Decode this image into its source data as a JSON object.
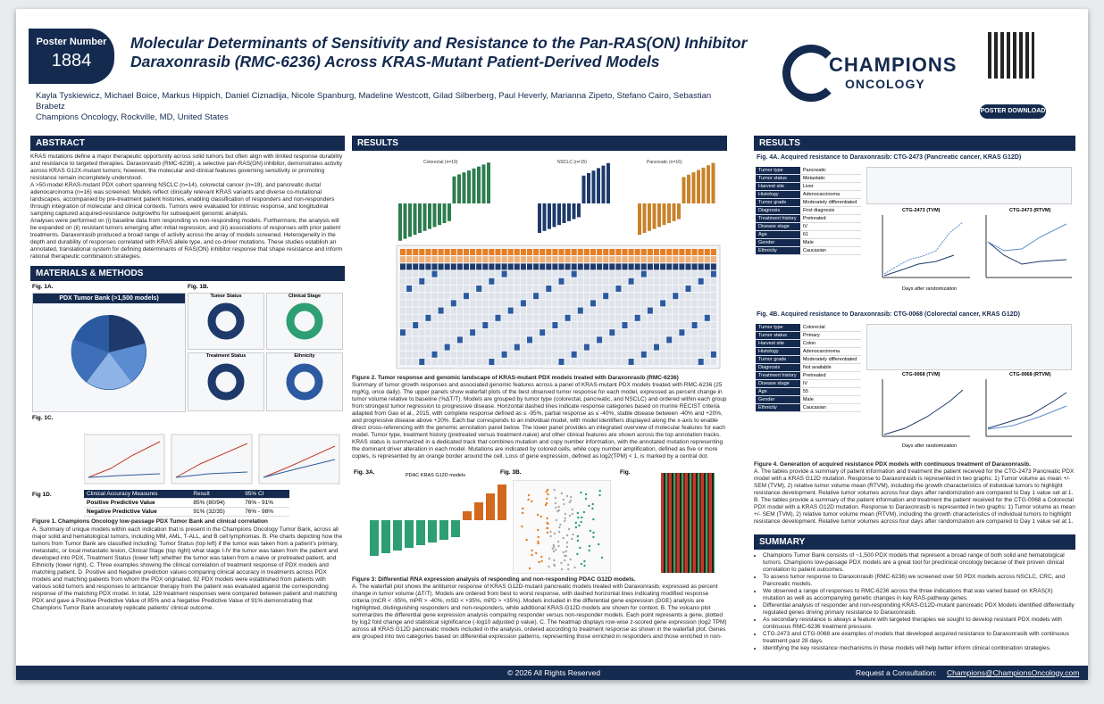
{
  "poster": {
    "number_label": "Poster Number",
    "number": "1884",
    "title": "Molecular Determinants of Sensitivity and Resistance to the Pan-RAS(ON) Inhibitor Daraxonrasib (RMC-6236) Across KRAS-Mutant Patient-Derived Models",
    "authors": "Kayla Tyskiewicz, Michael Boice, Markus Hippich, Daniel Ciznadija, Nicole Spanburg, Madeline Westcott, Gilad Silberberg, Paul Heverly, Marianna Zipeto, Stefano Cairo, Sebastian Brabetz",
    "affiliation": "Champions Oncology, Rockville, MD, United States",
    "logo_line1": "CHAMPIONS",
    "logo_line2": "ONCOLOGY",
    "qr_button": "POSTER DOWNLOAD"
  },
  "abstract": {
    "header": "ABSTRACT",
    "p1": "KRAS mutations define a major therapeutic opportunity across solid tumors but often align with limited response durability and resistance to targeted therapies. Daraxonrasib (RMC-6236), a selective pan-RAS(ON) inhibitor, demonstrates activity across KRAS G12X-mutant tumors; however, the molecular and clinical features governing sensitivity or promoting resistance remain incompletely understood.",
    "p2": "A >50-model KRAS-mutant PDX cohort spanning NSCLC (n=14), colorectal cancer (n=19), and pancreatic ductal adenocarcinoma (n=16) was screened. Models reflect clinically relevant KRAS variants and diverse co-mutational landscapes, accompanied by pre-treatment patient histories, enabling classification of responders and non-responders through integration of molecular and clinical contexts. Tumors were evaluated for intrinsic response, and longitudinal sampling captured acquired-resistance outgrowths for subsequent genomic analysis.",
    "p3": "Analyses were performed on (i) baseline data from responding vs non-responding models. Furthermore, the analysis will be expanded on (ii) resistant tumors emerging after initial regression, and (iii) associations of responses with prior patient treatments. Daraxonrasib produced a broad range of activity across the array of models screened. Heterogeneity in the depth and durability of responses correlated with KRAS allele type, and co-driver mutations. These studies establish an annotated, translational system for defining determinants of RAS(ON) inhibitor response that shape resistance and inform rational therapeutic combination strategies."
  },
  "methods": {
    "header": "MATERIALS & METHODS",
    "fig1a": "Fig. 1A.",
    "fig1b": "Fig. 1B.",
    "fig1c": "Fig. 1C.",
    "fig1d": "Fig 1D.",
    "pdx_bank": "PDX Tumor Bank (>1,500 models)",
    "tumor_status": "Tumor Status",
    "clinical_stage": "Clinical Stage",
    "treatment_status": "Treatment Status",
    "ethnicity": "Ethnicity",
    "acc_head": [
      "Clinical Accuracy Measures",
      "Result",
      "95% CI"
    ],
    "acc_rows": [
      [
        "Positive Predictive Value",
        "85% (80/94)",
        "76% - 91%"
      ],
      [
        "Negative Predictive Value",
        "91% (32/35)",
        "76% - 98%"
      ]
    ],
    "caption_title": "Figure 1. Champions Oncology low-passage PDX Tumor Bank and clinical correlation",
    "caption": "A. Summary of unique models within each indication that is present in the Champions Oncology Tumor Bank, across all major solid and hematological tumors, including MM, AML, T-ALL, and B cell lymphomas. B. Pie charts depicting how the tumors from Tumor Bank are classified including: Tumor Status (top left) if the tumor was taken from a patient's primary, metastatic, or local metastatic lesion, Clinical Stage (top right) what stage I-IV the tumor was taken from the patient and developed into PDX, Treatment Status (lower left) whether the tumor was taken from a naive or pretreated patient, and Ethnicity (lower right). C. Three examples showing the clinical correlation of treatment response of PDX models and matching patient. D. Positive and Negative prediction values comparing clinical accuracy in treatments across PDX models and matching patients from whom the PDX originated. 92 PDX models were established from patients with various solid tumors and responses to anticancer therapy from the patient was evaluated against the corresponding response of the matching PDX model. In total, 129 treatment responses were compared between patient and matching PDX and gave a Positive Predictive Value of 85% and a Negative Predictive Value of 91% demonstrating that Champions Tumor Bank accurately replicate patients' clinical outcome."
  },
  "results_mid": {
    "header": "RESULTS",
    "wf_labels": [
      "Colorectal (n=19)",
      "NSCLC (n=15)",
      "Pancreatic (n=16)"
    ],
    "fig2_caption_title": "Figure 2. Tumor response and genomic landscape of KRAS-mutant PDX models treated with Daraxonrasib (RMC-6236)",
    "fig2_caption": "Summary of tumor growth responses and associated genomic features across a panel of KRAS-mutant PDX models treated with RMC-6236 (25 mg/Kg, once daily). The upper panels show waterfall plots of the best observed tumor response for each model, expressed as percent change in tumor volume relative to baseline (%ΔT/T). Models are grouped by tumor type (colorectal, pancreatic, and NSCLC) and ordered within each group from strongest tumor regression to progressive disease. Horizontal dashed lines indicate response categories based on murine RECIST criteria adapted from Gao et al., 2015, with complete response defined as ≤ -95%, partial response as ≤ -40%, stable disease between -40% and +20%, and progressive disease above +20%. Each bar corresponds to an individual model, with model identifiers displayed along the x-axis to enable direct cross-referencing with the genomic annotation panel below. The lower panel provides an integrated overview of molecular features for each model. Tumor type, treatment history (pretreated versus treatment-naive) and other clinical features are shown across the top annotation tracks. KRAS status is summarized in a dedicated track that combines mutation and copy number information, with the annotated mutation representing the dominant driver alteration in each model. Mutations are indicated by colored cells, while copy number amplification, defined as five or more copies, is represented by an orange border around the cell. Loss of gene expression, defined as log2(TPM) < 1, is marked by a central dot.",
    "fig3a": "Fig. 3A.",
    "fig3b": "Fig. 3B.",
    "fig3c": "Fig.",
    "fig3a_title": "PDAC KRAS G12D models",
    "fig3_caption_title": "Figure 3: Differential RNA expression analysis of responding and non-responding PDAC G12D models.",
    "fig3_caption": "A. The waterfall plot shows the antitumor response of KRAS G12D-mutant pancreatic models treated with Daraxonrasib, expressed as percent change in tumor volume (ΔT/T). Models are ordered from best to worst response, with dashed horizontal lines indicating modified response criteria (mCR < -95%, mPR > -40%, mSD < +35%, mPD > +35%). Models included in the differential gene expression (DGE) analysis are highlighted, distinguishing responders and non-responders, while additional KRAS-G12D models are shown for context. B. The volcano plot summarizes the differential gene expression analysis comparing responder versus non-responder models. Each point represents a gene, plotted by log2 fold change and statistical significance (-log10 adjusted p value). C. The heatmap displays row-wise z-scored gene expression (log2 TPM) across all KRAS G12D pancreatic models included in the analysis, ordered according to treatment response as shown in the waterfall plot. Genes are grouped into two categories based on differential expression patterns, representing those enriched in responders and those enriched in non-responders."
  },
  "results_right": {
    "header": "RESULTS",
    "fig4a_title": "Fig. 4A. Acquired resistance to Daraxonrasib: CTG-2473 (Pancreatic cancer, KRAS G12D)",
    "fig4b_title": "Fig. 4B. Acquired resistance to Daraxonrasib: CTG-0068 (Colorectal cancer, KRAS G12D)",
    "tbl_a": [
      [
        "Tumor type",
        "Pancreatic"
      ],
      [
        "Tumor status",
        "Metastatic"
      ],
      [
        "Harvest site",
        "Liver"
      ],
      [
        "Histology",
        "Adenocarcinoma"
      ],
      [
        "Tumor grade",
        "Moderately differentiated"
      ],
      [
        "Diagnosis",
        "First diagnosis"
      ],
      [
        "Treatment history",
        "Pretreated"
      ],
      [
        "Disease stage",
        "IV"
      ],
      [
        "Age",
        "61"
      ],
      [
        "Gender",
        "Male"
      ],
      [
        "Ethnicity",
        "Caucasian"
      ]
    ],
    "tbl_b": [
      [
        "Tumor type",
        "Colorectal"
      ],
      [
        "Tumor status",
        "Primary"
      ],
      [
        "Harvest site",
        "Colon"
      ],
      [
        "Histology",
        "Adenocarcinoma"
      ],
      [
        "Tumor grade",
        "Moderately differentiated"
      ],
      [
        "Diagnosis",
        "Not available"
      ],
      [
        "Treatment history",
        "Pretreated"
      ],
      [
        "Disease stage",
        "IV"
      ],
      [
        "Age",
        "55"
      ],
      [
        "Gender",
        "Male"
      ],
      [
        "Ethnicity",
        "Caucasian"
      ]
    ],
    "tv_a": "CTG-2473 (TVM)",
    "rt_a": "CTG-2473 (RTVM)",
    "tv_b": "CTG-0068 (TVM)",
    "rt_b": "CTG-0068 (RTVM)",
    "xaxis": "Days after randomization",
    "fig4_caption_title": "Figure 4. Generation of acquired resistance PDX models with continuous treatment of Daraxonrasib.",
    "fig4_caption": "A. The tables provide a summary of patient information and treatment the patient received for the CTG-2473 Pancreatic PDX model with a KRAS G12D mutation. Response to Daraxonrasib is represented in two graphs: 1) Tumor volume as mean +/- SEM (TVM), 2) relative tumor volume mean (RTVM), including the growth characteristics of individual tumors to highlight resistance development. Relative tumor volumes across four days after randomization are compared to Day 1 value set at 1. B. The tables provide a summary of the patient information and treatment the patient received for the CTG-0068 a Colorectal PDX model with a KRAS G12D mutation. Response to Daraxonrasib is represented in two graphs: 1) Tumor volume as mean +/- SEM (TVM), 2) relative tumor volume mean (RTVM), including the growth characteristics of individual tumors to highlight resistance development. Relative tumor volumes across four days after randomization are compared to Day 1 value set at 1.",
    "summary_header": "SUMMARY",
    "summary": [
      "Champions Tumor Bank consists of ~1,500 PDX models that represent a broad range of both solid and hematological tumors. Champions low-passage PDX models are a great tool for preclinical oncology because of their proven clinical correlation to patient outcomes.",
      "To assess tumor response to Daraxonrasib (RMC-6236) we screened over 50 PDX models across NSCLC, CRC, and Pancreatic models.",
      "We observed a range of responses to RMC-6236 across the three indications that was varied based on KRAS(X) mutation as well as accompanying genetic changes in key RAS-pathway genes.",
      "Differential analysis of responder and non-responding KRAS-G12D-mutant pancreatic PDX Models identified differentially regulated genes driving primary resistance to Daraxonrasib.",
      "As secondary resistance is always a feature with targeted therapies we sought to develop resistant PDX models with continuous RMC-6236 treatment pressure.",
      "CTG-2473 and CTG-0068 are examples of models that developed acquired resistance to Daraxonrasib with continuous treatment past 28 days.",
      "Identifying the key resistance mechanisms in these models will help better inform clinical combination strategies."
    ]
  },
  "footer": {
    "copyright": "© 2026 All Rights Reserved",
    "consult_label": "Request a Consultation:",
    "consult_email": "Champions@ChampionsOncology.com"
  }
}
